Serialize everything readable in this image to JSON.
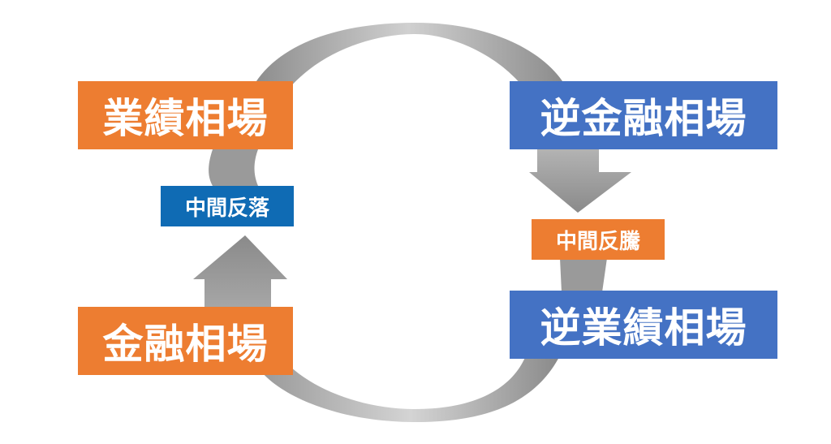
{
  "diagram": {
    "title": "",
    "phases": {
      "gyoseki": "業績相場",
      "gyaku_kinyu": "逆金融相場",
      "gyaku_gyoseki": "逆業績相場",
      "kinyu": "金融相場"
    },
    "transitions": {
      "hanraku": "中間反落",
      "hanto": "中間反騰"
    },
    "colors": {
      "orange": "#ed7d31",
      "blue": "#4472c4",
      "navy": "#0f6bb4",
      "arrow_dark": "#8c8c8c",
      "arrow_light": "#c8c8c8"
    }
  }
}
